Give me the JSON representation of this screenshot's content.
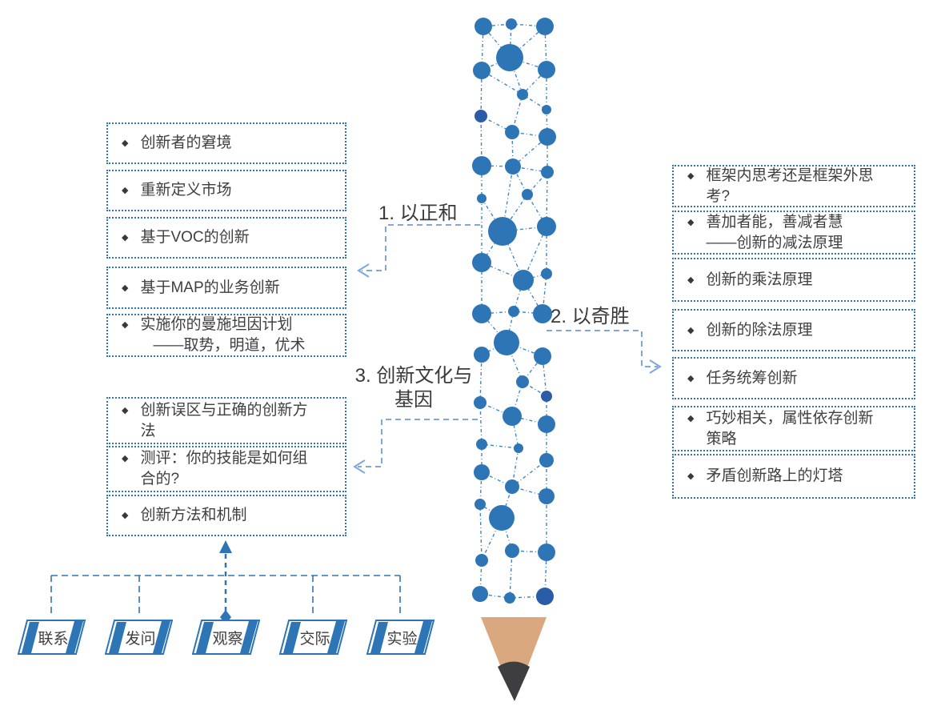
{
  "ui": {
    "bullet": "◆"
  },
  "colors": {
    "accent": "#2E75B6",
    "net_line": "#3E86C6",
    "node_dark": "#2B5CA8",
    "arrow_light": "#7FA7DC",
    "text": "#3F3F3F",
    "pencil_wood": "#D9A87E",
    "pencil_graphite": "#3E3E40"
  },
  "labels": {
    "section1": "1. 以正和",
    "section2": "2. 以奇胜",
    "section3_line1": "3. 创新文化与",
    "section3_line2": "基因"
  },
  "left_boxes": [
    {
      "line1": "创新者的窘境",
      "line2": ""
    },
    {
      "line1": "重新定义市场",
      "line2": ""
    },
    {
      "line1": "基于VOC的创新",
      "line2": ""
    },
    {
      "line1": "基于MAP的业务创新",
      "line2": ""
    },
    {
      "line1": "实施你的曼施坦因计划",
      "line2": "——取势，明道，优术"
    },
    {
      "line1": "创新误区与正确的创新方法",
      "line2": ""
    },
    {
      "line1": "测评：你的技能是如何组合的?",
      "line2": ""
    },
    {
      "line1": "创新方法和机制",
      "line2": ""
    }
  ],
  "right_boxes": [
    {
      "line1": "框架内思考还是框架外思考?",
      "line2": ""
    },
    {
      "line1": "善加者能，善减者慧",
      "line2": "——创新的减法原理"
    },
    {
      "line1": "创新的乘法原理",
      "line2": ""
    },
    {
      "line1": "创新的除法原理",
      "line2": ""
    },
    {
      "line1": "任务统筹创新",
      "line2": ""
    },
    {
      "line1": "巧妙相关，属性依存创新策略",
      "line2": ""
    },
    {
      "line1": "矛盾创新路上的灯塔",
      "line2": ""
    }
  ],
  "tabs": [
    {
      "label": "联系"
    },
    {
      "label": "发问"
    },
    {
      "label": "观察"
    },
    {
      "label": "交际"
    },
    {
      "label": "实验"
    }
  ]
}
